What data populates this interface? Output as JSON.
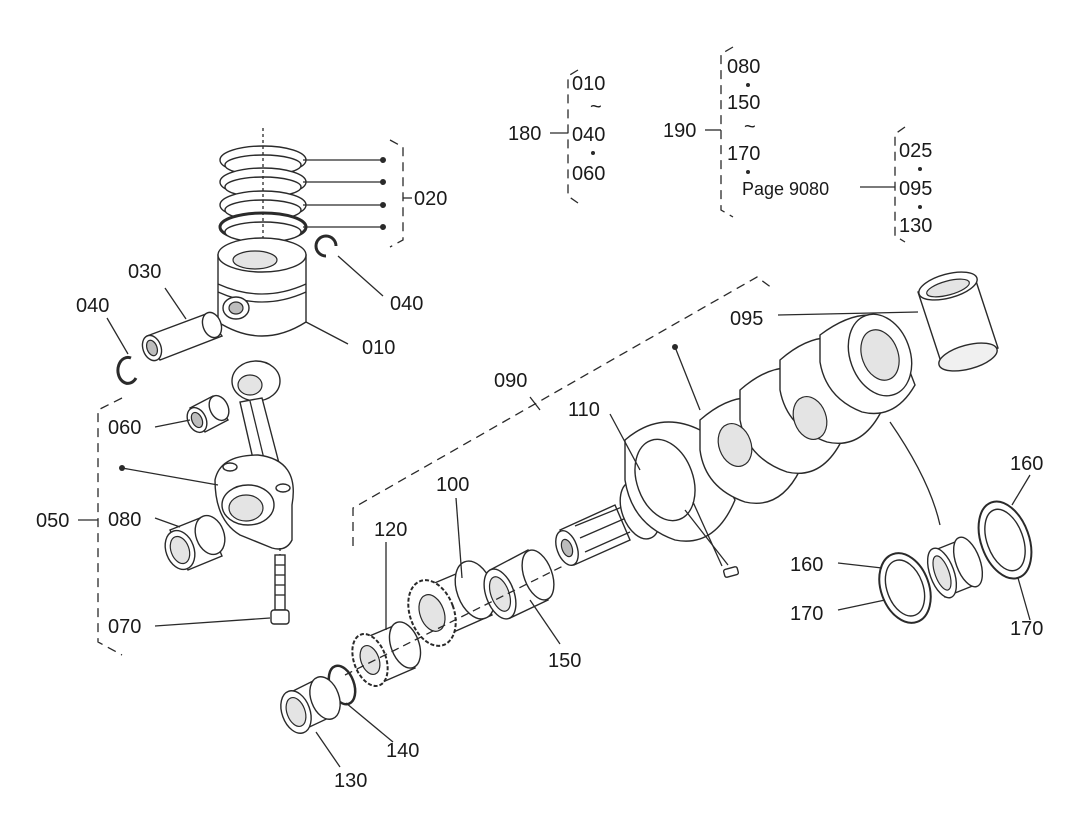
{
  "labels": {
    "p010": "010",
    "p020": "020",
    "p030": "030",
    "p040a": "040",
    "p040b": "040",
    "p050": "050",
    "p060": "060",
    "p070": "070",
    "p080": "080",
    "p090": "090",
    "p095": "095",
    "p100": "100",
    "p110": "110",
    "p120": "120",
    "p130": "130",
    "p140": "140",
    "p150": "150",
    "p160a": "160",
    "p160b": "160",
    "p170a": "170",
    "p170b": "170",
    "p180": "180",
    "p190": "190"
  },
  "group180": {
    "items": [
      "010",
      "040",
      "060"
    ],
    "tilde": "~"
  },
  "group190": {
    "items": [
      "080",
      "150",
      "170"
    ],
    "tilde": "~",
    "page_ref": "Page 9080"
  },
  "group_page": {
    "items": [
      "025",
      "095",
      "130"
    ]
  }
}
